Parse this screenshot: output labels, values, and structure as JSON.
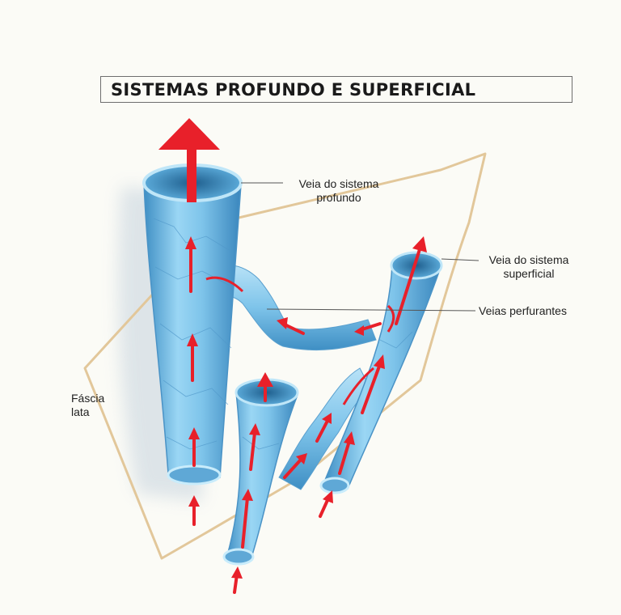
{
  "title": "SISTEMAS PROFUNDO E SUPERFICIAL",
  "labels": {
    "deep_vein": [
      "Veia do sistema",
      "profundo"
    ],
    "superficial_vein": [
      "Veia do sistema",
      "superficial"
    ],
    "perforating_veins": "Veias perfurantes",
    "fascia": [
      "Fáscia",
      "lata"
    ]
  },
  "colors": {
    "vein_fill": "#7ec4ea",
    "vein_dark": "#3f8fc4",
    "vein_light": "#c9ecfb",
    "arrow": "#e8202a",
    "fascia_outline": "#e2c79a"
  },
  "icons": [
    "flow-arrow-icon"
  ]
}
